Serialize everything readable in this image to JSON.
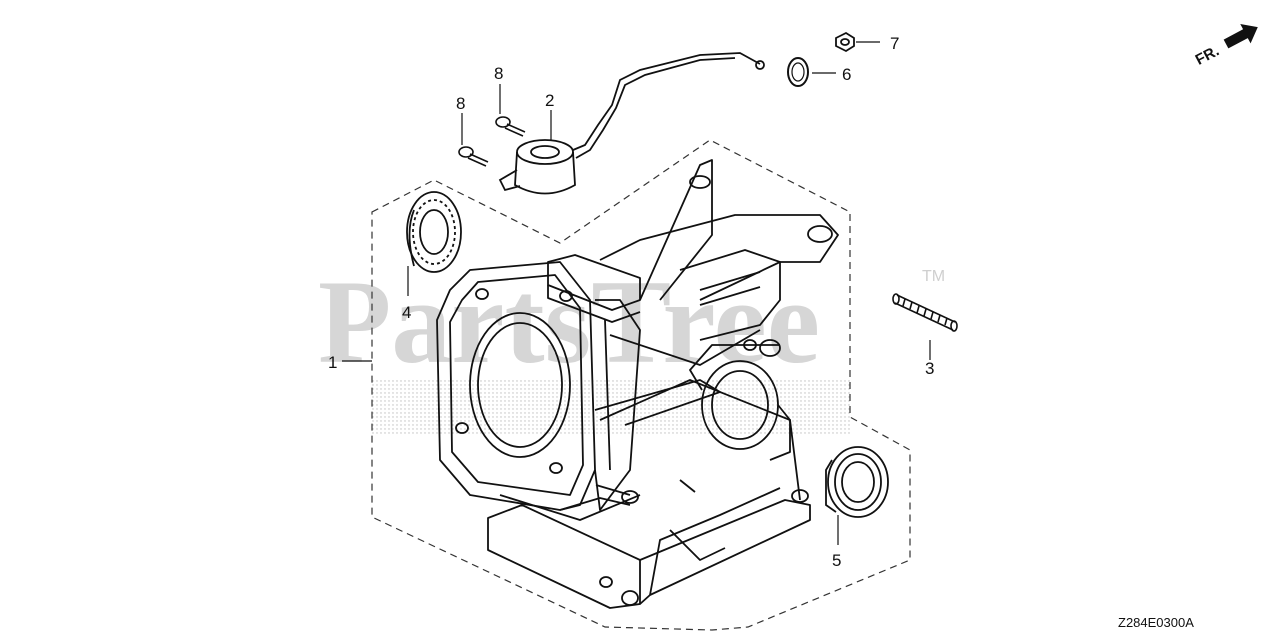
{
  "watermark": {
    "text": "PartsTree",
    "trademark": "TM"
  },
  "direction_marker": {
    "label": "FR.",
    "icon": "front-arrow-icon"
  },
  "diagram_code": "Z284E0300A",
  "callouts": {
    "c1": "1",
    "c2": "2",
    "c3": "3",
    "c4": "4",
    "c5": "5",
    "c6": "6",
    "c7": "7",
    "c8a": "8",
    "c8b": "8"
  }
}
